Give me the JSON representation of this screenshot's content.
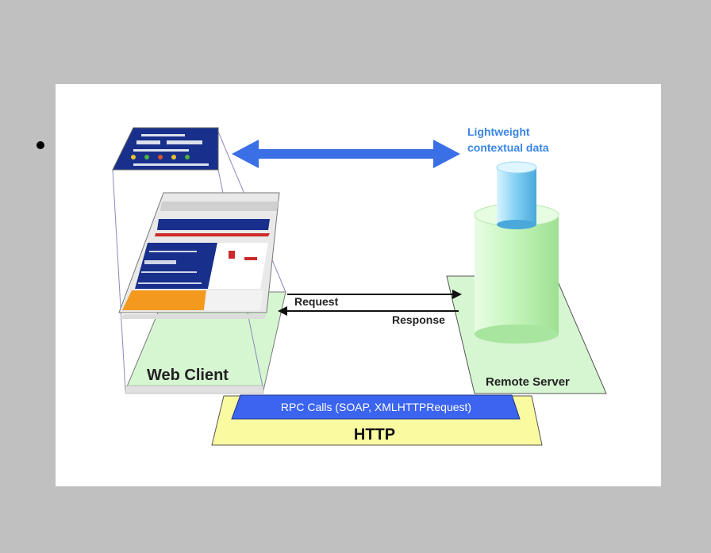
{
  "diagram": {
    "lightweight_label_line1": "Lightweight",
    "lightweight_label_line2": "contextual data",
    "request_label": "Request",
    "response_label": "Response",
    "web_client_label": "Web Client",
    "remote_server_label": "Remote Server",
    "rpc_label": "RPC Calls (SOAP, XMLHTTPRequest)",
    "http_label": "HTTP"
  },
  "colors": {
    "slide_bg": "#c0c0c0",
    "arrow_blue": "#3a6fe6",
    "label_blue": "#3a86e6",
    "green_plane": "#d6f5d1",
    "rpc_blue": "#3b64f0",
    "http_yellow": "#fafaa0",
    "cylinder_green": "#c8f6c0",
    "cylinder_blue": "#7fd0f2"
  }
}
